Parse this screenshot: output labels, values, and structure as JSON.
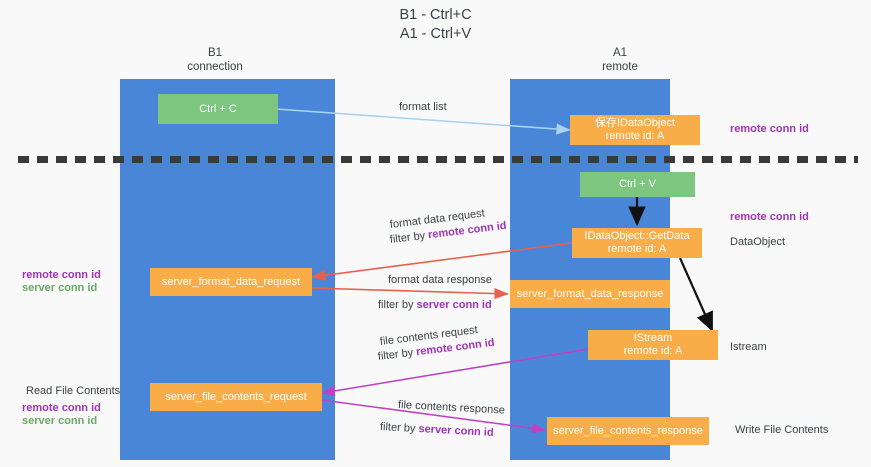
{
  "title": "B1 - Ctrl+C\nA1 - Ctrl+V",
  "lanes": [
    {
      "name": "lane-b1",
      "header": "B1\nconnection"
    },
    {
      "name": "lane-a1",
      "header": "A1\nremote"
    }
  ],
  "boxes": {
    "ctrl_c": "Ctrl + C",
    "ctrl_v": "Ctrl + V",
    "idataobject_store": "保存IDataObject\nremote id: A",
    "idataobject_getdata": "IDataObject::GetData\nremote id: A",
    "istream": "IStream\nremote id: A",
    "server_format_data_request": "server_format_data_request",
    "server_format_data_response": "server_format_data_response",
    "server_file_contents_request": "server_file_contents_request",
    "server_file_contents_response": "server_file_contents_response"
  },
  "right_labels": {
    "remote_conn_id_top": "remote conn id",
    "remote_conn_id_mid": "remote conn id",
    "dataobject": "DataObject",
    "istream": "Istream",
    "write_file_contents": "Write File Contents"
  },
  "left_labels": {
    "remote_conn_id_mid": "remote conn id",
    "server_conn_id_mid": "server conn id",
    "read_file_contents": "Read File Contents",
    "remote_conn_id_bottom": "remote conn id",
    "server_conn_id_bottom": "server conn id"
  },
  "edges": {
    "format_list": "format list",
    "format_data_request": "format data request",
    "format_data_request_filter_prefix": "filter by ",
    "format_data_request_filter_value": "remote conn id",
    "format_data_response": "format data response",
    "format_data_response_filter_prefix": "filter by ",
    "format_data_response_filter_value": "server conn id",
    "file_contents_request": "file contents request",
    "file_contents_request_filter_prefix": "filter by ",
    "file_contents_request_filter_value": "remote conn id",
    "file_contents_response": "file contents response",
    "file_contents_response_filter_prefix": "filter by ",
    "file_contents_response_filter_value": "server conn id"
  },
  "colors": {
    "lane": "#4a86d8",
    "green_box": "#7cc680",
    "orange_box": "#f9ad48",
    "arrow_light_blue": "#a8d3f0",
    "arrow_red": "#e8604c",
    "arrow_magenta": "#c13fc1",
    "arrow_black": "#111111",
    "purple_text": "#a033b8",
    "green_text": "#6aaa64",
    "divider": "#3a3a3a"
  }
}
